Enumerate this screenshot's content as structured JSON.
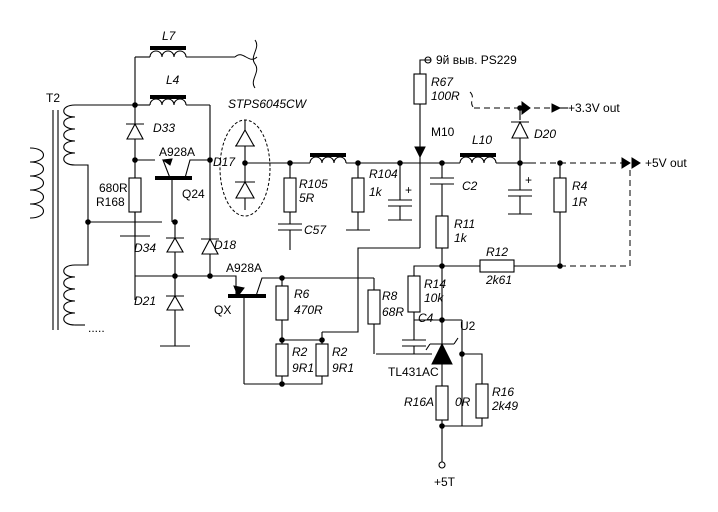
{
  "labels": {
    "t2": "T2",
    "l7": "L7",
    "l4": "L4",
    "stps": "STPS6045CW",
    "d33": "D33",
    "a928a_top": "A928A",
    "q24": "Q24",
    "r168_val": "680R",
    "r168": "R168",
    "d34": "D34",
    "d21": "D21",
    "d17": "D17",
    "d18": "D18",
    "a928a_mid": "A928A",
    "qx": "QX",
    "r105": "R105",
    "r105_val": "5R",
    "c57": "C57",
    "r104": "R104",
    "r104_val": "1k",
    "r67": "R67",
    "r67_val": "100R",
    "ps229": "9й выв. PS229",
    "m10": "M10",
    "l10": "L10",
    "d20": "D20",
    "out33": "+3.3V out",
    "out5": "+5V out",
    "c2": "C2",
    "r4": "R4",
    "r4_val": "1R",
    "r11": "R11",
    "r11_val": "1k",
    "r12": "R12",
    "r12_val": "2k61",
    "r14": "R14",
    "r14_val": "10k",
    "c4": "C4",
    "u2": "U2",
    "tl431": "TL431AC",
    "r6": "R6",
    "r6_val": "470R",
    "r8": "R8",
    "r8_val": "68R",
    "r2a": "R2",
    "r2a_val": "9R1",
    "r2b": "R2",
    "r2b_val": "9R1",
    "r16a": "R16A",
    "r16a_val": "0R",
    "r16": "R16",
    "r16_val": "2k49",
    "p5t": "+5T",
    "plus1": "+",
    "plus2": "+",
    "plus3": "+"
  }
}
